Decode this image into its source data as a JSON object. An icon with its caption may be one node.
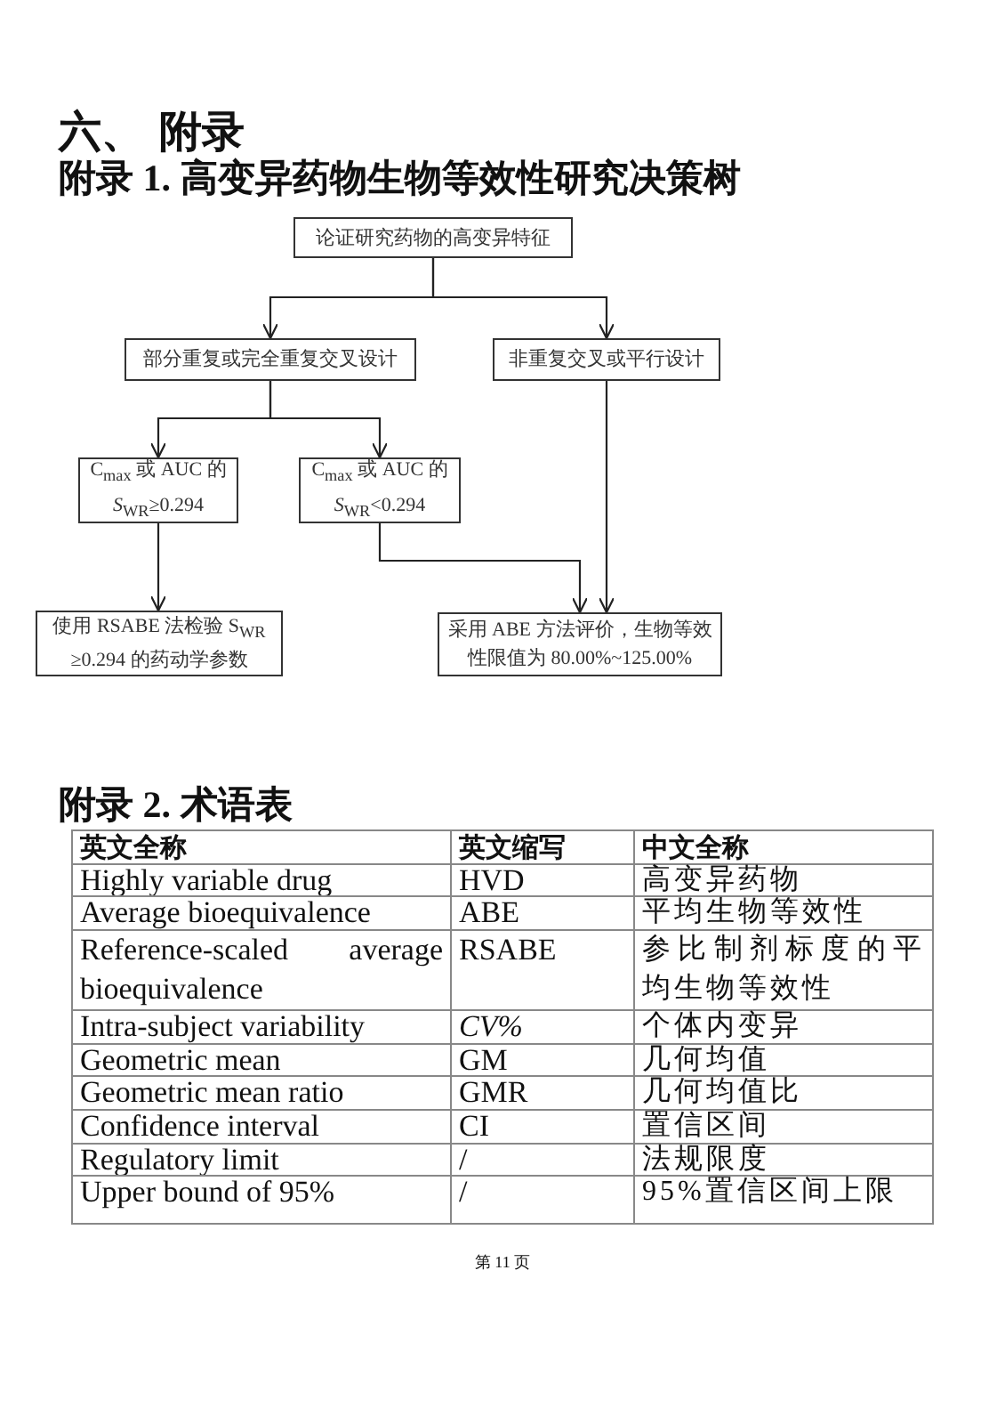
{
  "diagram": {
    "title": "附录 1. 高变异药物生物等效性研究决策树",
    "nodes": [
      {
        "text": [
          "论证研究药物的高变异特征"
        ]
      },
      {
        "text": [
          "部分重复或完全重复交叉设计"
        ]
      },
      {
        "text": [
          "非重复交叉或平行设计"
        ]
      },
      {
        "text": [
          "C$_{max}$ 或 AUC 的 *S*$_{WR}$≥0.294"
        ]
      },
      {
        "text": [
          "C$_{max}$ 或 AUC 的 *S*$_{WR}$<0.294"
        ]
      },
      {
        "text": [
          "使用 RSABE 法检验 S$_{WR}$ ≥0.294 的药动学参数"
        ]
      },
      {
        "text": [
          "采用 ABE 方法评价，生物等效性限值为 80.00%~125.00%"
        ]
      }
    ],
    "edges": [
      {
        "from": 0,
        "to": 1,
        "arrow": "to"
      },
      {
        "from": 0,
        "to": 2,
        "arrow": "to"
      },
      {
        "from": 1,
        "to": 3,
        "arrow": "to"
      },
      {
        "from": 1,
        "to": 4,
        "arrow": "to"
      },
      {
        "from": 3,
        "to": 5,
        "arrow": "to"
      },
      {
        "from": 4,
        "to": 6,
        "arrow": "to"
      },
      {
        "from": 2,
        "to": 6,
        "arrow": "to"
      }
    ],
    "labels": [
      "六、 附录",
      "附录 2. 术语表",
      "英文全称",
      "英文缩写",
      "中文全称",
      "Highly variable drug",
      "HVD",
      "高变异药物",
      "Average bioequivalence",
      "ABE",
      "平均生物等效性",
      "Reference-scaled average bioequivalence",
      "RSABE",
      "参比制剂标度的平均生物等效性",
      "Intra-subject variability",
      "CV%",
      "个体内变异",
      "Geometric mean",
      "GM",
      "几何均值",
      "Geometric mean ratio",
      "GMR",
      "几何均值比",
      "Confidence interval",
      "CI",
      "置信区间",
      "Regulatory limit",
      "/",
      "法规限度",
      "Upper bound of 95%",
      "/",
      "95%置信区间上限",
      "第 11 页"
    ]
  }
}
